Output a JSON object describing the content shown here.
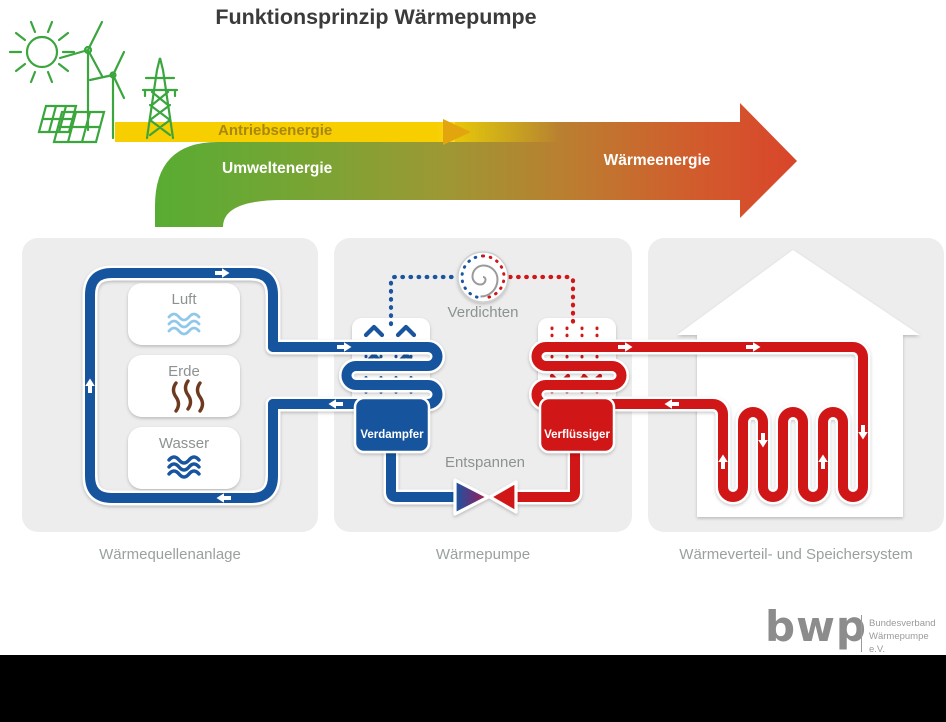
{
  "title": "Funktionsprinzip Wärmepumpe",
  "arrow": {
    "drive_label": "Antriebsenergie",
    "environment_label": "Umweltenergie",
    "heat_label": "Wärmeenergie",
    "colors": {
      "yellow": "#F7CE00",
      "green": "#58AC33",
      "olive": "#9D9834",
      "red": "#D9472B"
    }
  },
  "panels": {
    "source": {
      "caption": "Wärmequellenanlage",
      "items": [
        {
          "label": "Luft",
          "icon": "air-waves-icon",
          "color": "#8FC8EA"
        },
        {
          "label": "Erde",
          "icon": "ground-squiggle-icon",
          "color": "#6E3A1F"
        },
        {
          "label": "Wasser",
          "icon": "water-waves-icon",
          "color": "#19559E"
        }
      ],
      "pipe_color": "#19559E"
    },
    "pump": {
      "caption": "Wärmepumpe",
      "compress_label": "Verdichten",
      "expand_label": "Entspannen",
      "evaporator_label": "Verdampfer",
      "condenser_label": "Verflüssiger",
      "cold_color": "#19559E",
      "hot_color": "#D01818"
    },
    "distribution": {
      "caption": "Wärmeverteil- und Speichersystem",
      "pipe_color": "#D01818"
    }
  },
  "illustrations": {
    "icons": [
      "sun-icon",
      "wind-turbine-icon",
      "power-pylon-icon",
      "solar-panel-icon"
    ],
    "color": "#3BA53E"
  },
  "logo": {
    "wordmark": "bwp",
    "line1": "Bundesverband",
    "line2": "Wärmepumpe e.V."
  },
  "misc": {
    "panel_background": "#EDEDEE",
    "bottom_bar_color": "#000000",
    "title_color": "#3B3B3B"
  }
}
